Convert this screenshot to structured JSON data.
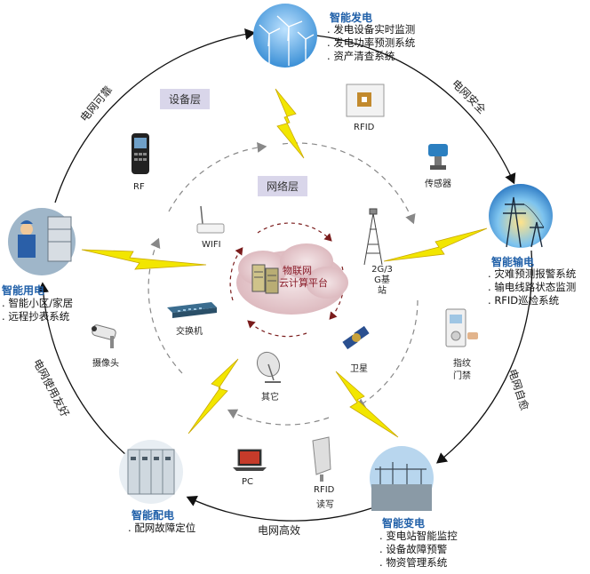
{
  "nodes": {
    "generation": {
      "title": "智能发电",
      "items": [
        "发电设备实时监测",
        "发电功率预测系统",
        "资产清查系统"
      ]
    },
    "transmission": {
      "title": "智能输电",
      "items": [
        "灾难预测报警系统",
        "输电线路状态监测",
        "RFID巡检系统"
      ]
    },
    "substation": {
      "title": "智能变电",
      "items": [
        "变电站智能监控",
        "设备故障预警",
        "物资管理系统"
      ]
    },
    "distribution": {
      "title": "智能配电",
      "items": [
        "配网故障定位"
      ]
    },
    "consumption": {
      "title": "智能用电",
      "items": [
        "智能小区/家居",
        "远程抄表系统"
      ]
    }
  },
  "arc_labels": {
    "top_left": "电网可靠",
    "top_right": "电网安全",
    "right": "电网自愈",
    "bottom": "电网高效",
    "left": "电网使用友好"
  },
  "layers": {
    "device": "设备层",
    "network": "网络层"
  },
  "center": {
    "line1": "物联网",
    "line2": "云计算平台"
  },
  "devices": {
    "rf": "RF",
    "rfid": "RFID",
    "sensor": "传感器",
    "wifi": "WIFI",
    "base_station": "2G/3G基站",
    "switch": "交换机",
    "camera": "摄像头",
    "satellite": "卫星",
    "fingerprint_line1": "指纹",
    "fingerprint_line2": "门禁",
    "other": "其它",
    "pc": "PC",
    "rfid_rw_line1": "RFID",
    "rfid_rw_line2": "读写"
  },
  "colors": {
    "node_title": "#1f5fa8",
    "bolt": "#f2e600",
    "ring": "#111111",
    "dashed": "#888888",
    "center_arrows": "#7a1c1c"
  }
}
